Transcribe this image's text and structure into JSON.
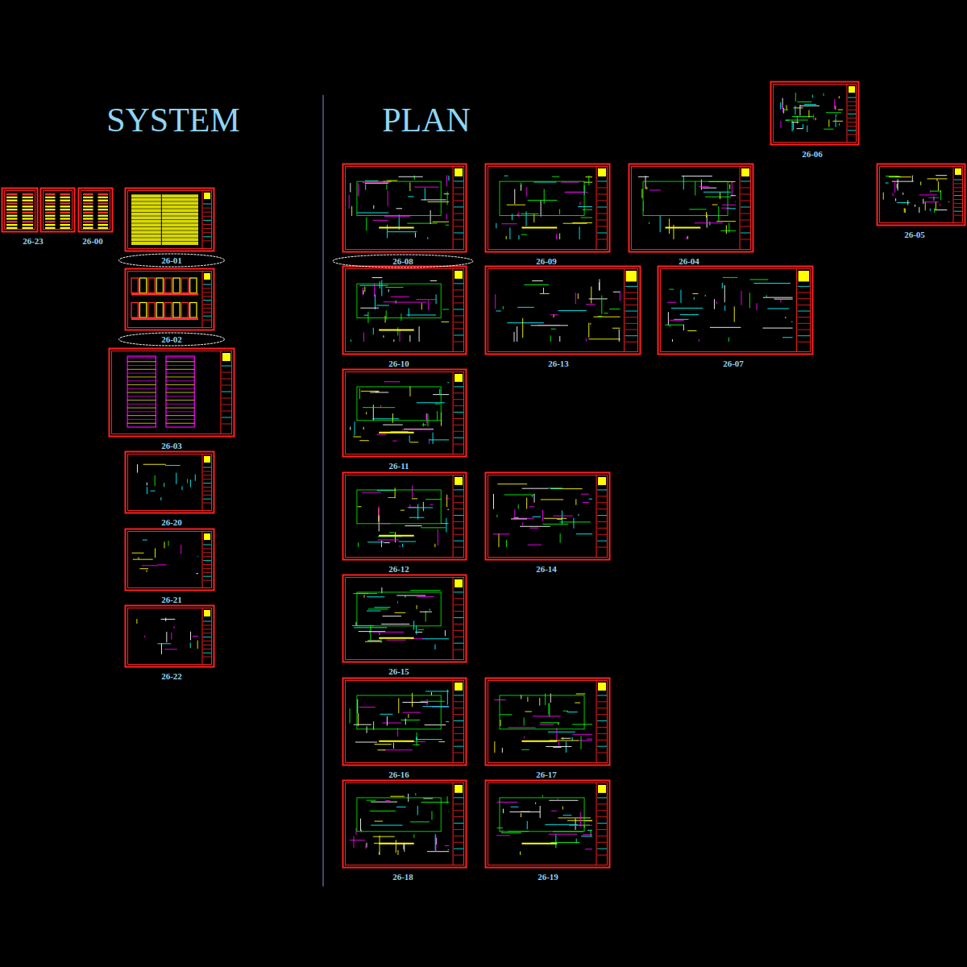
{
  "diagram": {
    "nodes": [
      {
        "text": [
          "26-23"
        ]
      },
      {
        "text": [
          "26-00"
        ]
      },
      {
        "text": [
          "26-01"
        ]
      },
      {
        "text": [
          "26-02"
        ]
      },
      {
        "text": [
          "26-03"
        ]
      },
      {
        "text": [
          "26-20"
        ]
      },
      {
        "text": [
          "26-21"
        ]
      },
      {
        "text": [
          "26-22"
        ]
      },
      {
        "text": [
          "26-06"
        ]
      },
      {
        "text": [
          "26-08"
        ]
      },
      {
        "text": [
          "26-09"
        ]
      },
      {
        "text": [
          "26-04"
        ]
      },
      {
        "text": [
          "26-05"
        ]
      },
      {
        "text": [
          "26-10"
        ]
      },
      {
        "text": [
          "26-13"
        ]
      },
      {
        "text": [
          "26-07"
        ]
      },
      {
        "text": [
          "26-11"
        ]
      },
      {
        "text": [
          "26-12"
        ]
      },
      {
        "text": [
          "26-14"
        ]
      },
      {
        "text": [
          "26-15"
        ]
      },
      {
        "text": [
          "26-16"
        ]
      },
      {
        "text": [
          "26-17"
        ]
      },
      {
        "text": [
          "26-18"
        ]
      },
      {
        "text": [
          "26-19"
        ]
      }
    ],
    "labels": [
      "SYSTEM",
      "PLAN"
    ]
  }
}
